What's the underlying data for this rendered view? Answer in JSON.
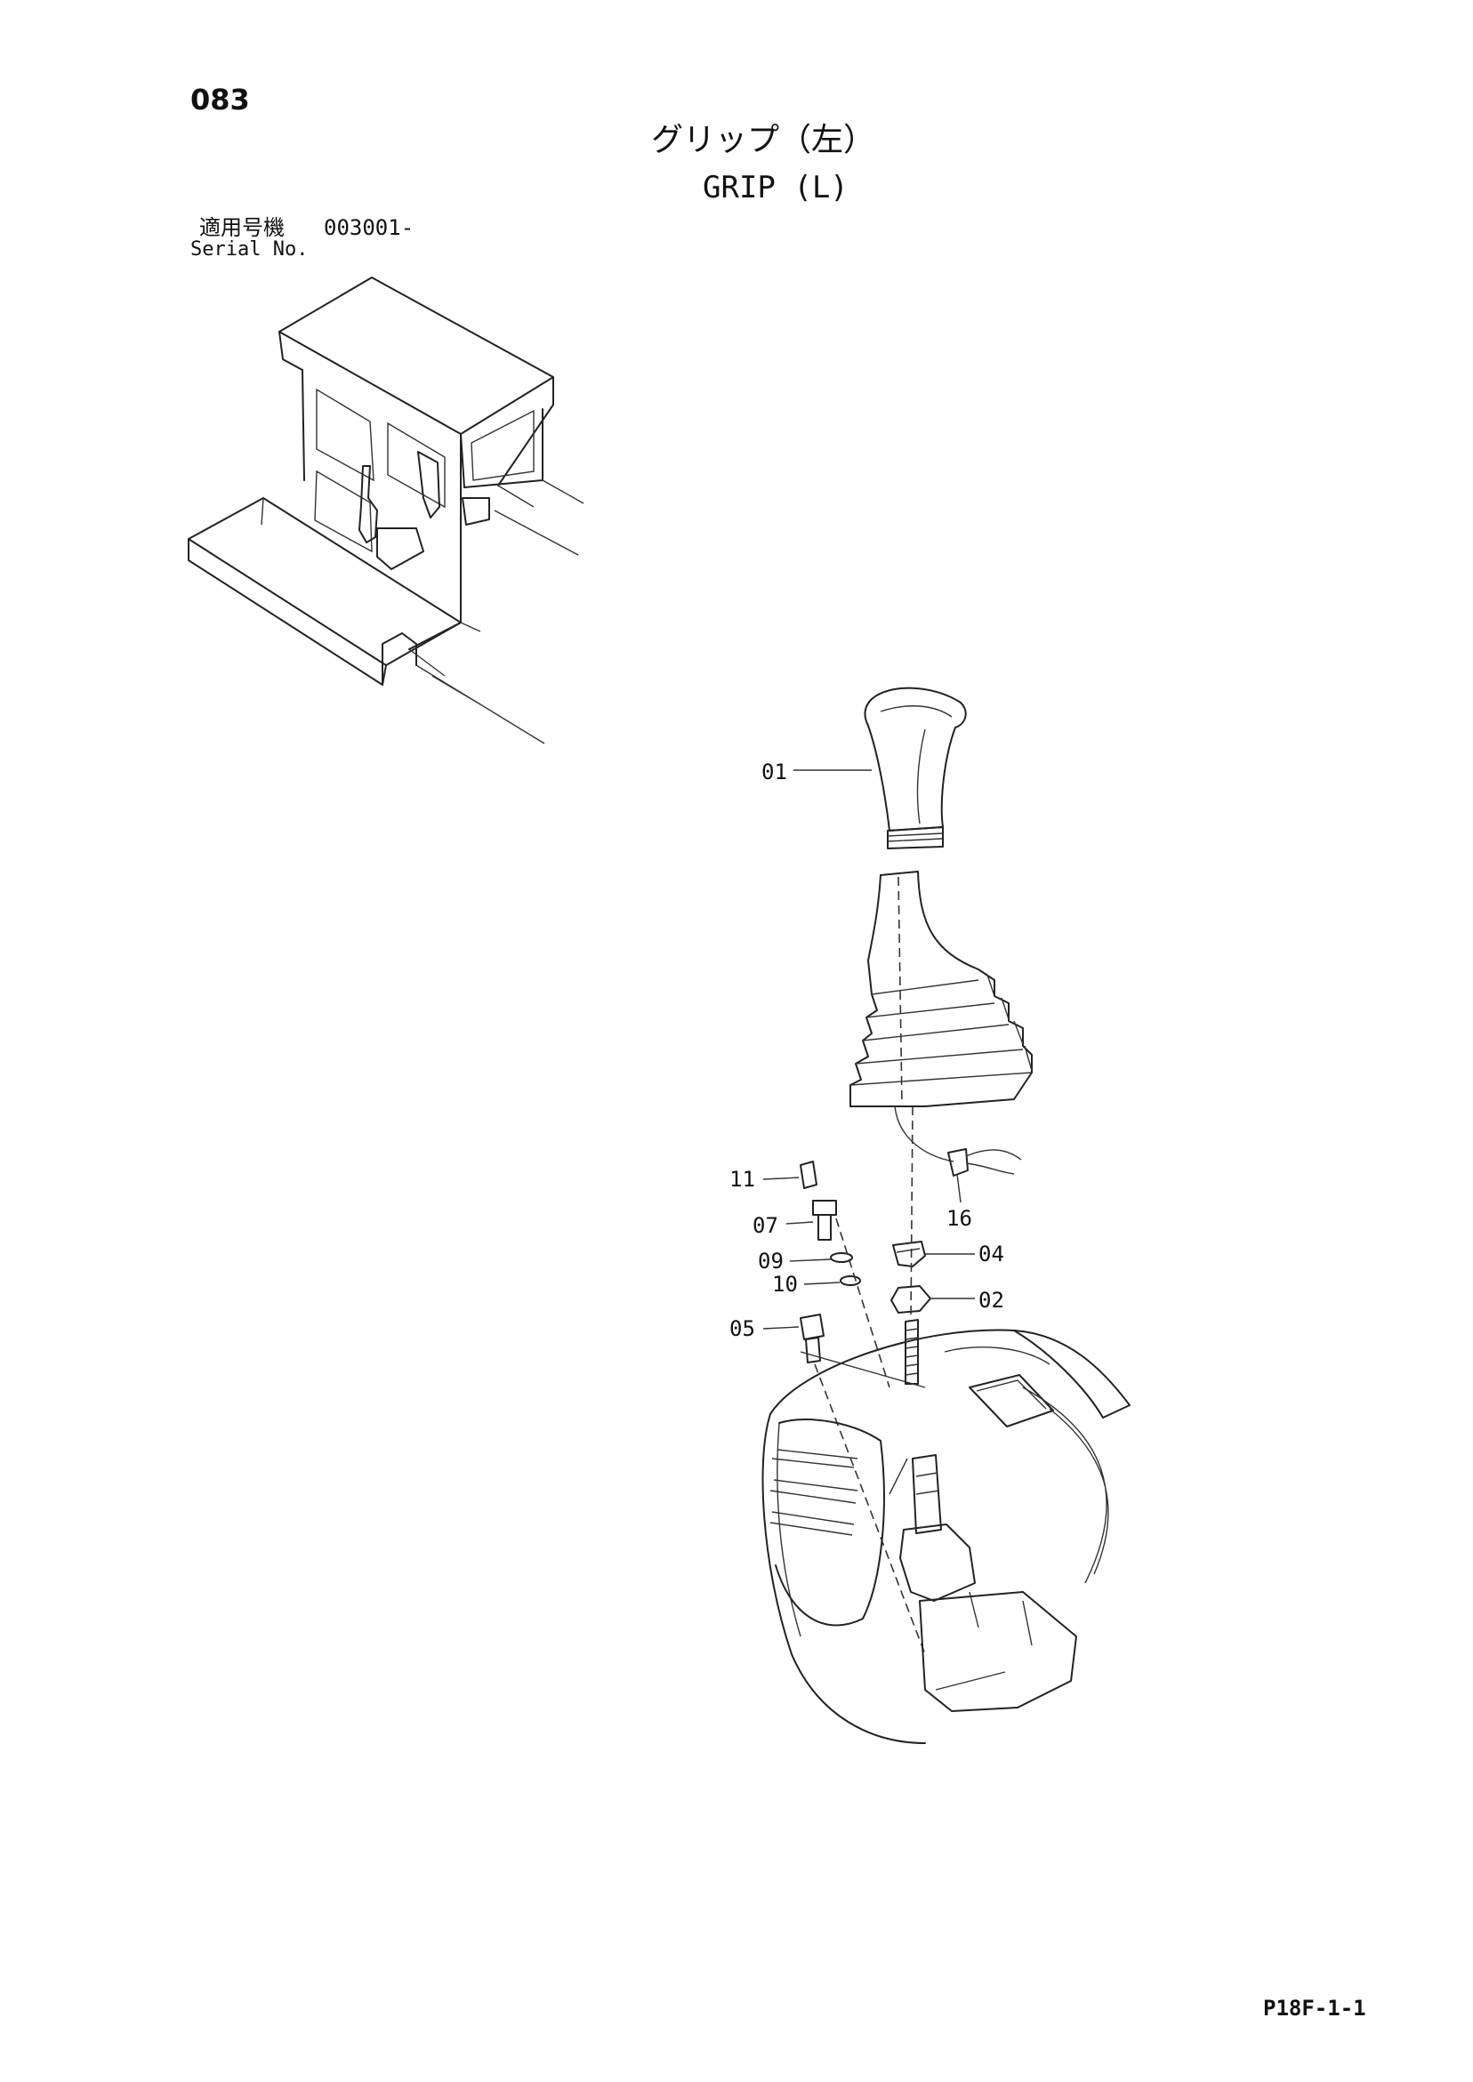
{
  "header": {
    "page_number": "083",
    "title_jp": "グリップ（左）",
    "title_en": "GRIP (L)",
    "serial_label_jp": "適用号機",
    "serial_number": "003001-",
    "serial_label_en": "Serial No."
  },
  "callouts": [
    {
      "id": "01",
      "label": "01"
    },
    {
      "id": "02",
      "label": "02"
    },
    {
      "id": "04",
      "label": "04"
    },
    {
      "id": "05",
      "label": "05"
    },
    {
      "id": "07",
      "label": "07"
    },
    {
      "id": "09",
      "label": "09"
    },
    {
      "id": "10",
      "label": "10"
    },
    {
      "id": "11",
      "label": "11"
    },
    {
      "id": "16",
      "label": "16"
    }
  ],
  "footer": {
    "page_ref": "P18F-1-1"
  }
}
